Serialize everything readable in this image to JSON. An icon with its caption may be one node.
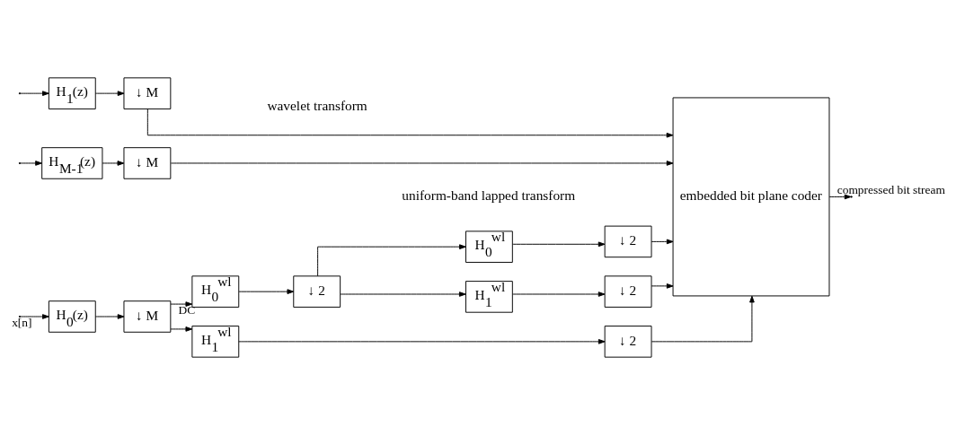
{
  "diagram": {
    "nodes": [
      {
        "text": [
          "H$_{0}$(z)"
        ]
      },
      {
        "text": [
          "↓ M"
        ]
      },
      {
        "text": [
          "H$_{0}$$^{wl}$"
        ]
      },
      {
        "text": [
          "↓ 2"
        ]
      },
      {
        "text": [
          "H$_{1}$$^{wl}$"
        ]
      },
      {
        "text": [
          "↓ 2"
        ]
      },
      {
        "text": [
          "H$_{0}$$^{wl}$"
        ]
      },
      {
        "text": [
          "↓ 2"
        ]
      },
      {
        "text": [
          "H$_{1}$$^{wl}$"
        ]
      },
      {
        "text": [
          "↓ 2"
        ]
      },
      {
        "text": [
          "H$_{1}$(z)"
        ]
      },
      {
        "text": [
          "↓ M"
        ]
      },
      {
        "text": [
          "H$_{M-1}$(z)"
        ]
      },
      {
        "text": [
          "↓ M"
        ]
      },
      {
        "text": [
          "embedded bit plane coder"
        ]
      }
    ],
    "edges": [
      {
        "from": null,
        "to": 0,
        "arrow": "to",
        "label": "x[n]"
      },
      {
        "from": null,
        "to": 10,
        "arrow": "to"
      },
      {
        "from": null,
        "to": 12,
        "arrow": "to"
      },
      {
        "from": 0,
        "to": 1,
        "arrow": "to"
      },
      {
        "from": 1,
        "to": 2,
        "arrow": "to",
        "label": "DC"
      },
      {
        "from": 1,
        "to": 4,
        "arrow": "to"
      },
      {
        "from": 2,
        "to": 3,
        "arrow": "to"
      },
      {
        "from": 3,
        "to": 6,
        "arrow": "to"
      },
      {
        "from": 3,
        "to": 8,
        "arrow": "to"
      },
      {
        "from": 6,
        "to": 7,
        "arrow": "to"
      },
      {
        "from": 8,
        "to": 9,
        "arrow": "to"
      },
      {
        "from": 7,
        "to": 14,
        "arrow": "to"
      },
      {
        "from": 9,
        "to": 14,
        "arrow": "to"
      },
      {
        "from": 4,
        "to": 5,
        "arrow": "to"
      },
      {
        "from": 5,
        "to": 14,
        "arrow": "to"
      },
      {
        "from": 10,
        "to": 11,
        "arrow": "to"
      },
      {
        "from": 11,
        "to": 14,
        "arrow": "to"
      },
      {
        "from": 12,
        "to": 13,
        "arrow": "to"
      },
      {
        "from": 13,
        "to": 14,
        "arrow": "to"
      },
      {
        "from": 14,
        "to": null,
        "arrow": "to",
        "label": "compressed bit stream"
      }
    ],
    "labels": [
      "wavelet transform",
      "uniform-band lapped transform"
    ]
  }
}
